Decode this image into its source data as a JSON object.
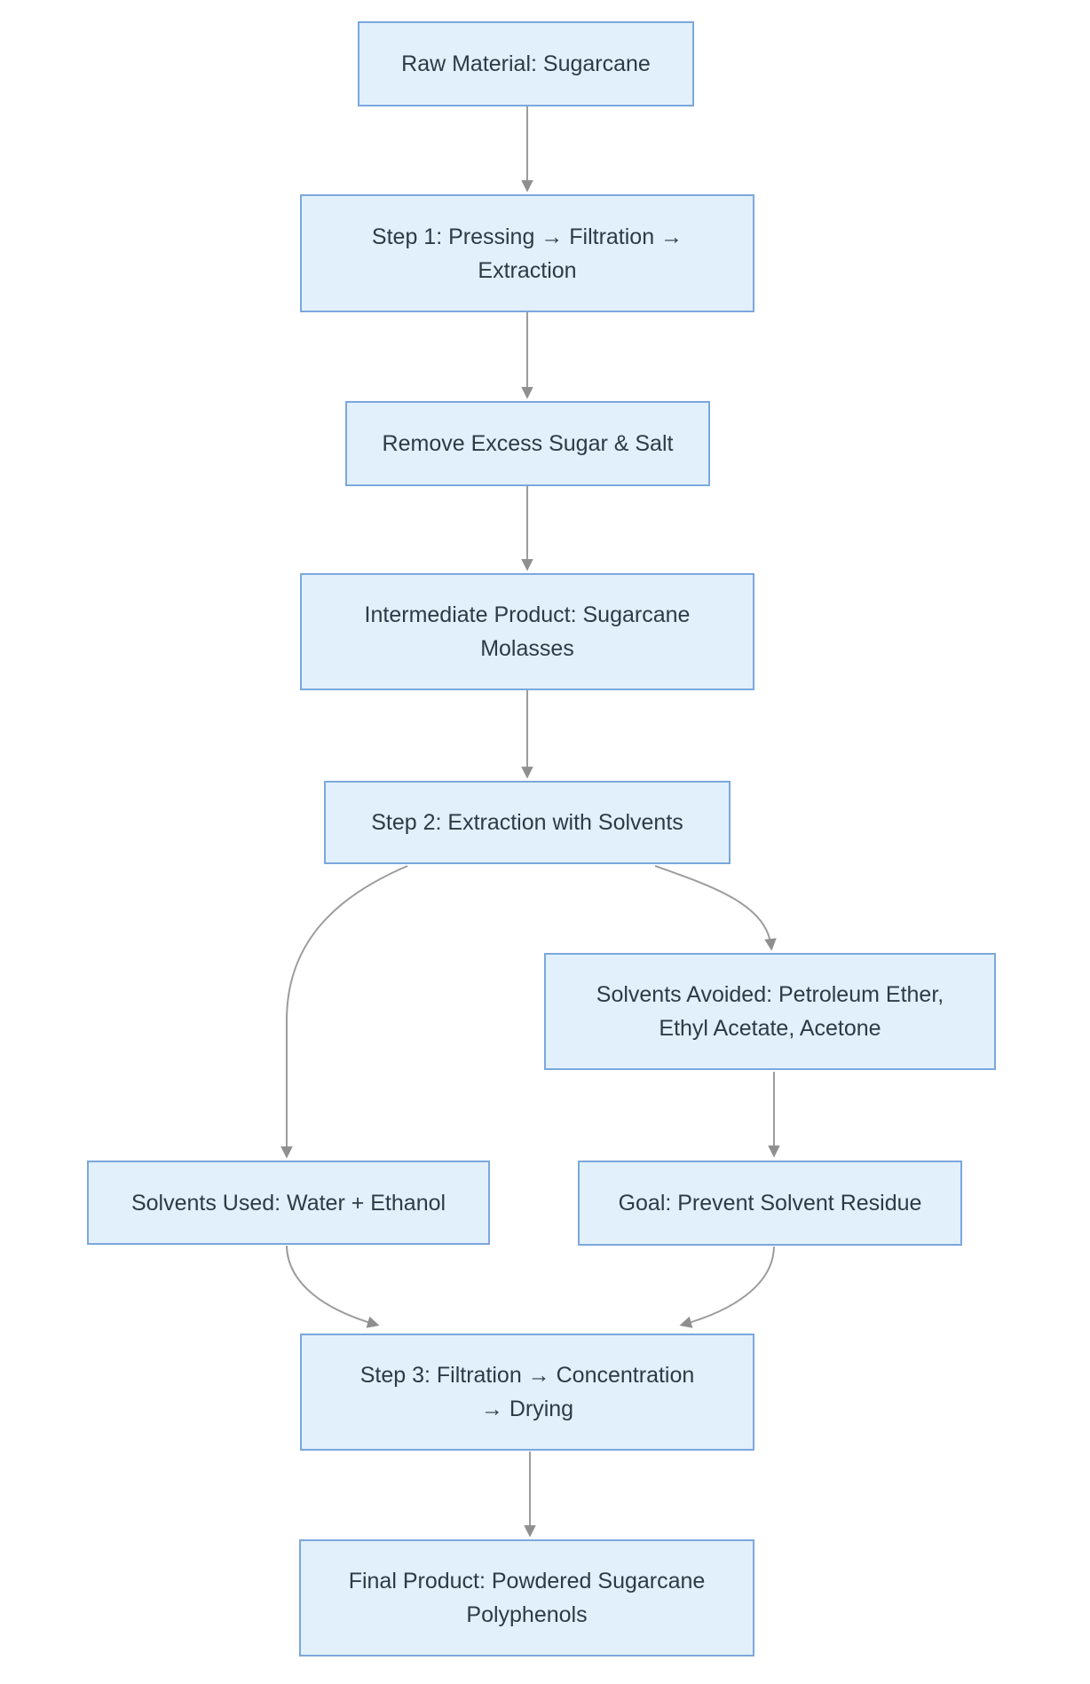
{
  "diagram": {
    "type": "flowchart",
    "direction": "top-down",
    "nodes": [
      {
        "id": "raw",
        "label": "Raw Material: Sugarcane",
        "lines": [
          "Raw Material: Sugarcane"
        ]
      },
      {
        "id": "step1",
        "label": "Step 1: Pressing → Filtration → Extraction",
        "lines": [
          "Step 1: Pressing → Filtration →",
          "Extraction"
        ]
      },
      {
        "id": "remove",
        "label": "Remove Excess Sugar & Salt",
        "lines": [
          "Remove Excess Sugar & Salt"
        ]
      },
      {
        "id": "intermediate",
        "label": "Intermediate Product: Sugarcane Molasses",
        "lines": [
          "Intermediate Product: Sugarcane",
          "Molasses"
        ]
      },
      {
        "id": "step2",
        "label": "Step 2: Extraction with Solvents",
        "lines": [
          "Step 2: Extraction with Solvents"
        ]
      },
      {
        "id": "avoided",
        "label": "Solvents Avoided: Petroleum Ether, Ethyl Acetate, Acetone",
        "lines": [
          "Solvents Avoided: Petroleum Ether,",
          "Ethyl Acetate, Acetone"
        ]
      },
      {
        "id": "used",
        "label": "Solvents Used: Water + Ethanol",
        "lines": [
          "Solvents Used: Water + Ethanol"
        ]
      },
      {
        "id": "goal",
        "label": "Goal: Prevent Solvent Residue",
        "lines": [
          "Goal: Prevent Solvent Residue"
        ]
      },
      {
        "id": "step3",
        "label": "Step 3: Filtration → Concentration → Drying",
        "lines": [
          "Step 3: Filtration → Concentration",
          "→ Drying"
        ]
      },
      {
        "id": "final",
        "label": "Final Product: Powdered Sugarcane Polyphenols",
        "lines": [
          "Final Product: Powdered Sugarcane",
          "Polyphenols"
        ]
      }
    ],
    "edges": [
      {
        "from": "raw",
        "to": "step1"
      },
      {
        "from": "step1",
        "to": "remove"
      },
      {
        "from": "remove",
        "to": "intermediate"
      },
      {
        "from": "intermediate",
        "to": "step2"
      },
      {
        "from": "step2",
        "to": "used"
      },
      {
        "from": "step2",
        "to": "avoided"
      },
      {
        "from": "avoided",
        "to": "goal"
      },
      {
        "from": "used",
        "to": "step3"
      },
      {
        "from": "goal",
        "to": "step3"
      },
      {
        "from": "step3",
        "to": "final"
      }
    ]
  },
  "colors": {
    "background": "#ffffff",
    "node_fill": "#e1f0fb",
    "node_border": "#7ca7dc",
    "node_text": "#2b3b47",
    "edge": "#9c9c9c",
    "arrowhead": "#8f8f8f"
  }
}
